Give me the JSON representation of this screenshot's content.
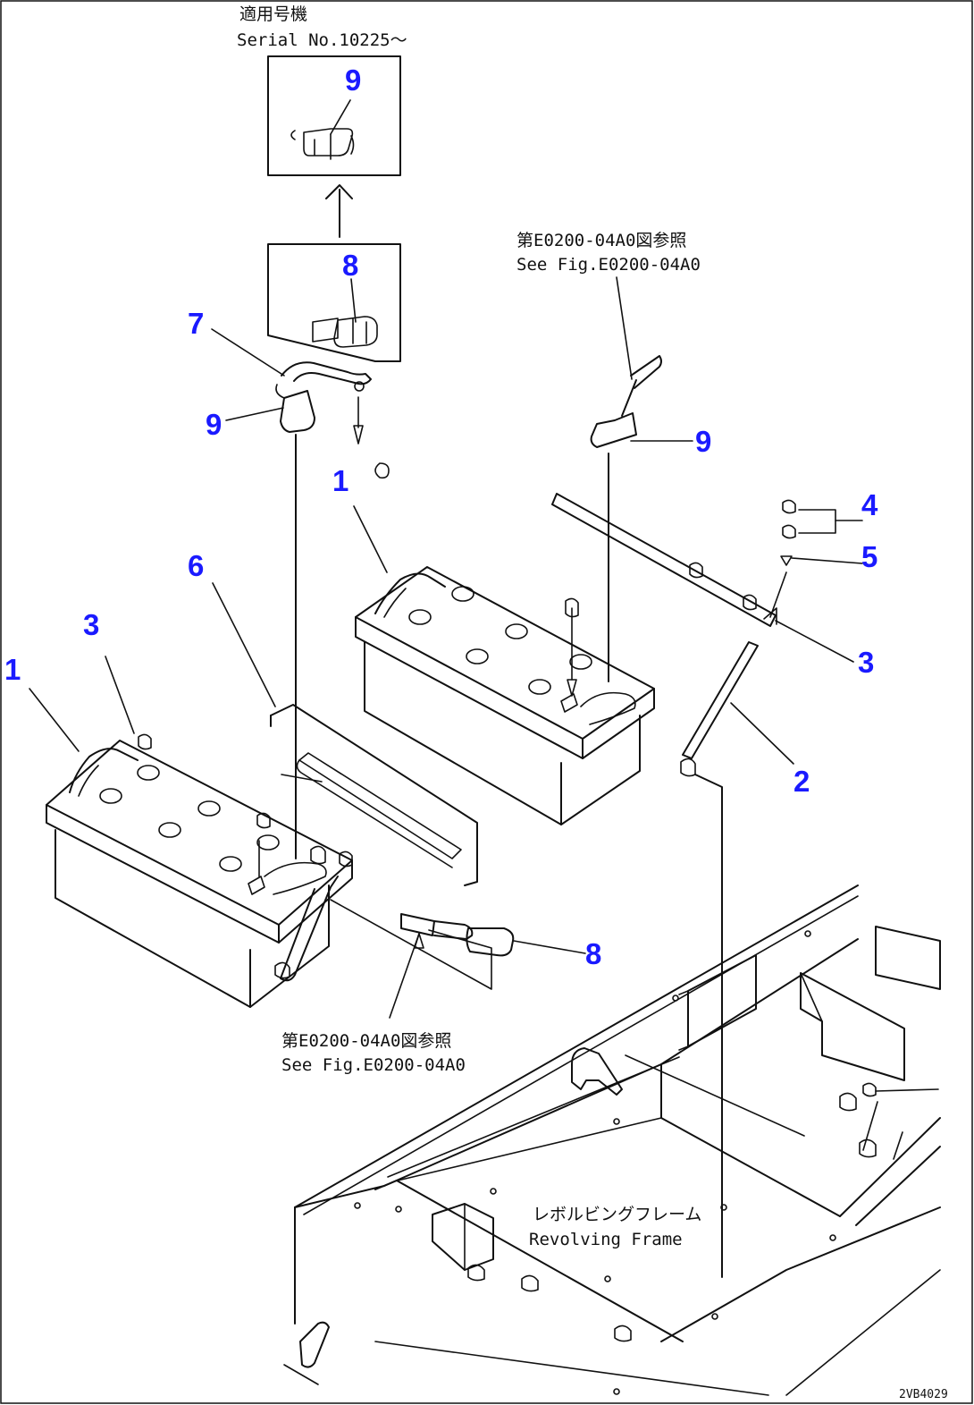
{
  "notes": {
    "serial_jp": "適用号機",
    "serial_en": "Serial No.10225～",
    "ref_top_jp": "第E0200-04A0図参照",
    "ref_top_en": "See Fig.E0200-04A0",
    "ref_bottom_jp": "第E0200-04A0図参照",
    "ref_bottom_en": "See Fig.E0200-04A0",
    "frame_jp": "レボルビングフレーム",
    "frame_en": "Revolving Frame",
    "drawing_no": "2VB4029"
  },
  "callouts": {
    "c9_box": "9",
    "c8_box": "8",
    "c7": "7",
    "c9_left": "9",
    "c9_right": "9",
    "c1_center": "1",
    "c6": "6",
    "c3_left": "3",
    "c1_left": "1",
    "c4": "4",
    "c5": "5",
    "c3_right": "3",
    "c2": "2",
    "c8_bottom": "8"
  },
  "colors": {
    "callout": "#1a1aff",
    "line": "#111111",
    "background": "#ffffff"
  }
}
